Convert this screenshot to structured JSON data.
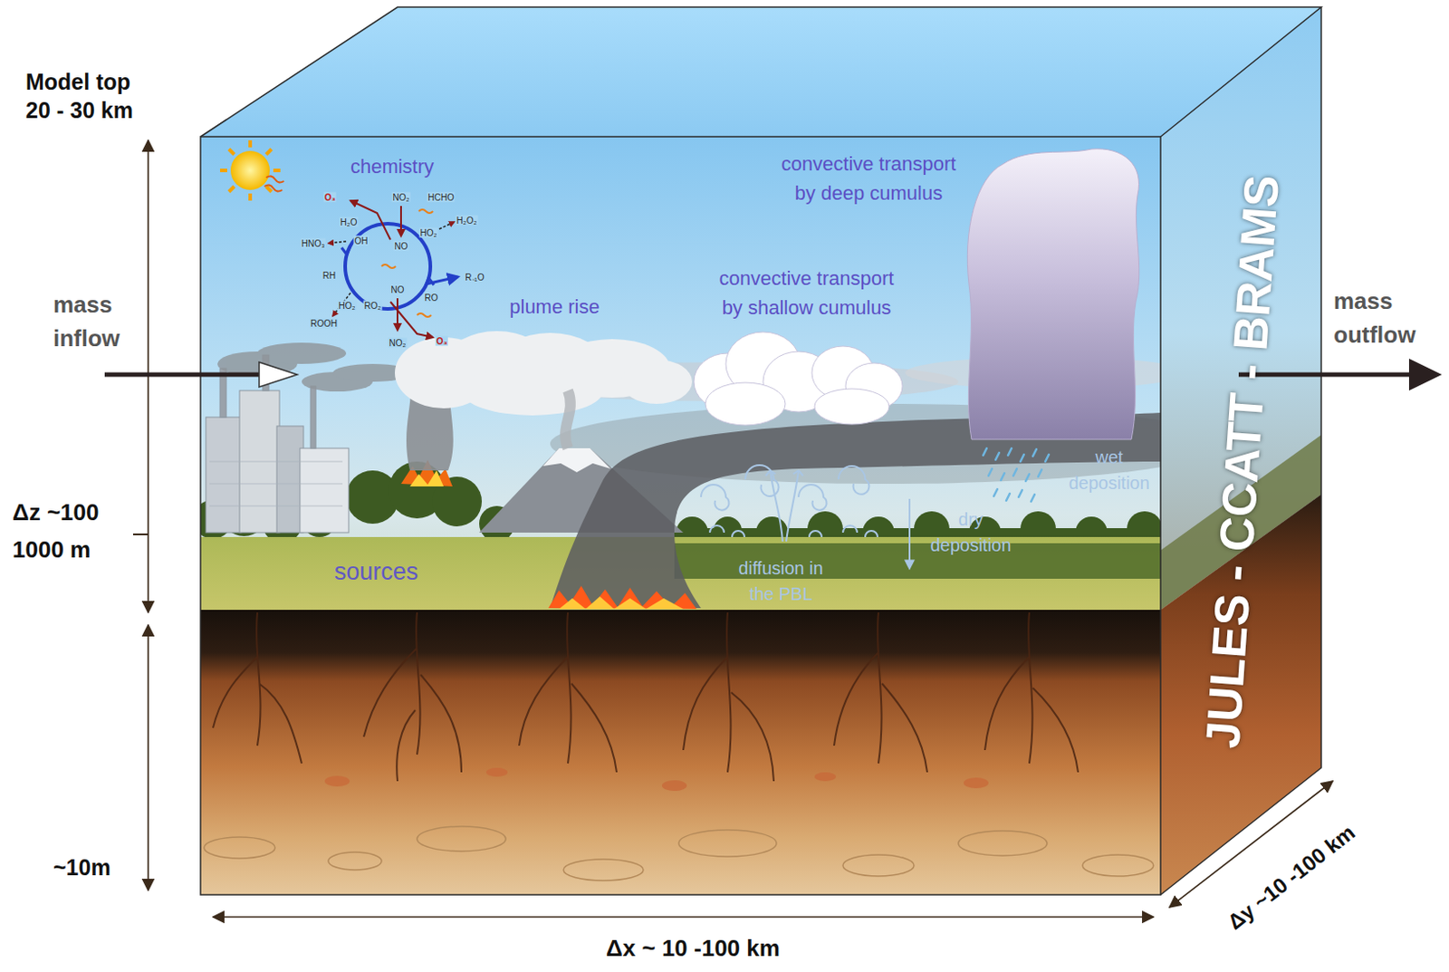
{
  "diagram": {
    "labels": [
      "Model top",
      "20 - 30 km",
      "mass inflow",
      "Δz ~100 1000 m",
      "~10m",
      "Δx ~ 10 -100 km",
      "Δy ~10 -100 km",
      "mass outflow",
      "chemistry",
      "plume rise",
      "convective transport by shallow cumulus",
      "convective transport by deep cumulus",
      "sources",
      "diffusion in the PBL",
      "dry deposition",
      "wet deposition",
      "JULES - CCATT - BRAMS",
      "O₃",
      "NO₂",
      "HCHO",
      "H₂O₂",
      "HO₂",
      "OH",
      "H₂O",
      "NO",
      "HNO₃",
      "RH",
      "HO₂",
      "RO₂",
      "NO",
      "RO",
      "R₋₁O",
      "ROOH",
      "NO₂",
      "O₃"
    ]
  }
}
